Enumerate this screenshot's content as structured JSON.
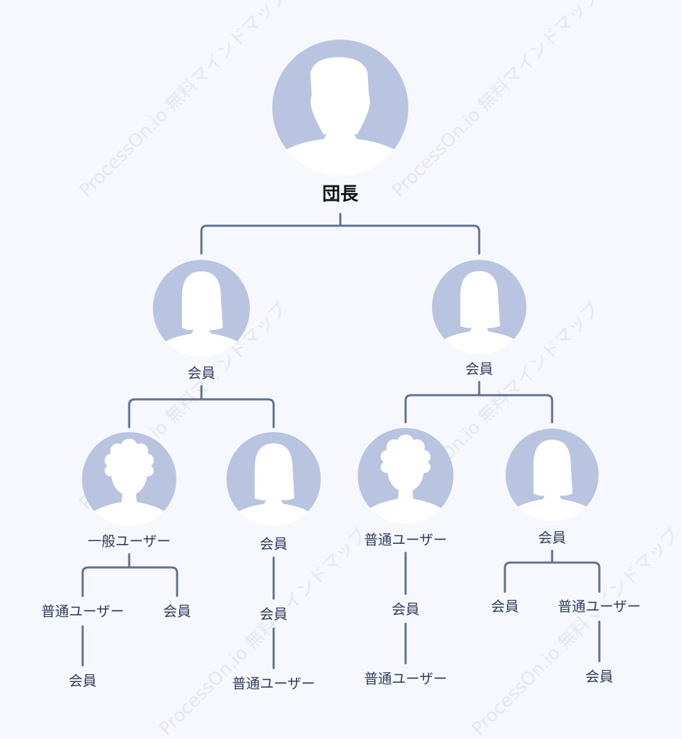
{
  "watermark": "ProcessOn.io 無料マインドマップ",
  "colors": {
    "background": "#f6f8fd",
    "line": "#5f6f95",
    "avatar_fill": "#b8c4e0",
    "text": "#2f3a5e"
  },
  "org_chart": {
    "root": {
      "label": "団長",
      "icon": "man-avatar-icon"
    },
    "members": [
      {
        "label": "会員",
        "icon": "woman-avatar-icon"
      },
      {
        "label": "会員",
        "icon": "woman-avatar-icon"
      },
      {
        "label": "一般ユーザー",
        "icon": "curly-hair-avatar-icon"
      },
      {
        "label": "会員",
        "icon": "woman-avatar-icon"
      },
      {
        "label": "普通ユーザー",
        "icon": "curly-hair-avatar-icon"
      },
      {
        "label": "会員",
        "icon": "woman-avatar-icon"
      }
    ],
    "leaves": [
      "普通ユーザー",
      "会員",
      "会員",
      "会員",
      "普通ユーザー",
      "会員",
      "普通ユーザー",
      "会員",
      "普通ユーザー",
      "会員"
    ]
  }
}
